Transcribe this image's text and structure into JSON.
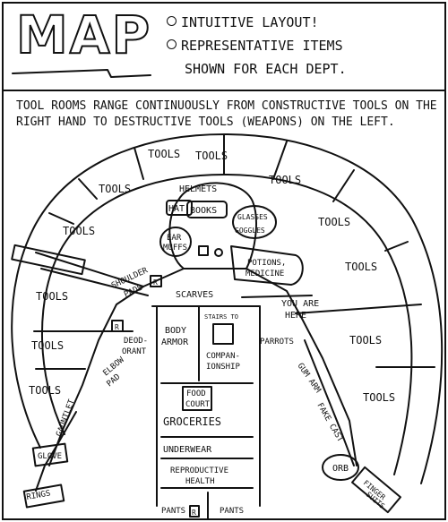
{
  "header": {
    "title": "MAP",
    "notes": [
      "INTUITIVE LAYOUT!",
      "REPRESENTATIVE ITEMS",
      "SHOWN FOR EACH DEPT."
    ]
  },
  "intro": "TOOL ROOMS RANGE CONTINUOUSLY FROM CONSTRUCTIVE TOOLS ON THE RIGHT HAND TO DESTRUCTIVE TOOLS (WEAPONS) ON THE LEFT.",
  "ring": {
    "tool_label": "TOOLS"
  },
  "head": {
    "helmets": "HELMETS",
    "hat": "HAT",
    "books": "BOOKS",
    "glasses": "GLASSES",
    "goggles": "GOGGLES",
    "earmuffs": [
      "EAR",
      "MUFFS"
    ],
    "potions": [
      "POTIONS,",
      "MEDICINE"
    ]
  },
  "torso": {
    "shoulder_pads": [
      "SHOULDER",
      "PADS"
    ],
    "scarves": "SCARVES",
    "you_are_here": [
      "YOU ARE",
      "HERE"
    ],
    "body_armor": [
      "BODY",
      "ARMOR"
    ],
    "stairs_to": "STAIRS TO",
    "companionship": [
      "COMPAN-",
      "IONSHIP"
    ],
    "deodorant": [
      "DEOD-",
      "ORANT"
    ],
    "parrots": "PARROTS",
    "elbow_pad": [
      "ELBOW",
      "PAD"
    ],
    "food_court": [
      "FOOD",
      "COURT"
    ],
    "groceries": "GROCERIES",
    "underwear": "UNDERWEAR",
    "reproductive_health": [
      "REPRODUCTIVE",
      "HEALTH"
    ],
    "pants": "PANTS",
    "restroom_mark": "R"
  },
  "arms": {
    "gauntlet": "GAUNTLET",
    "glove": "GLOVE",
    "rings": "RINGS",
    "gum_arm": "GUM ARM",
    "fake_cast": "FAKE CAST",
    "orb": "ORB",
    "finger_suits": [
      "FINGER",
      "SUITS"
    ]
  },
  "colors": {
    "ink": "#111111",
    "paper": "#ffffff"
  }
}
